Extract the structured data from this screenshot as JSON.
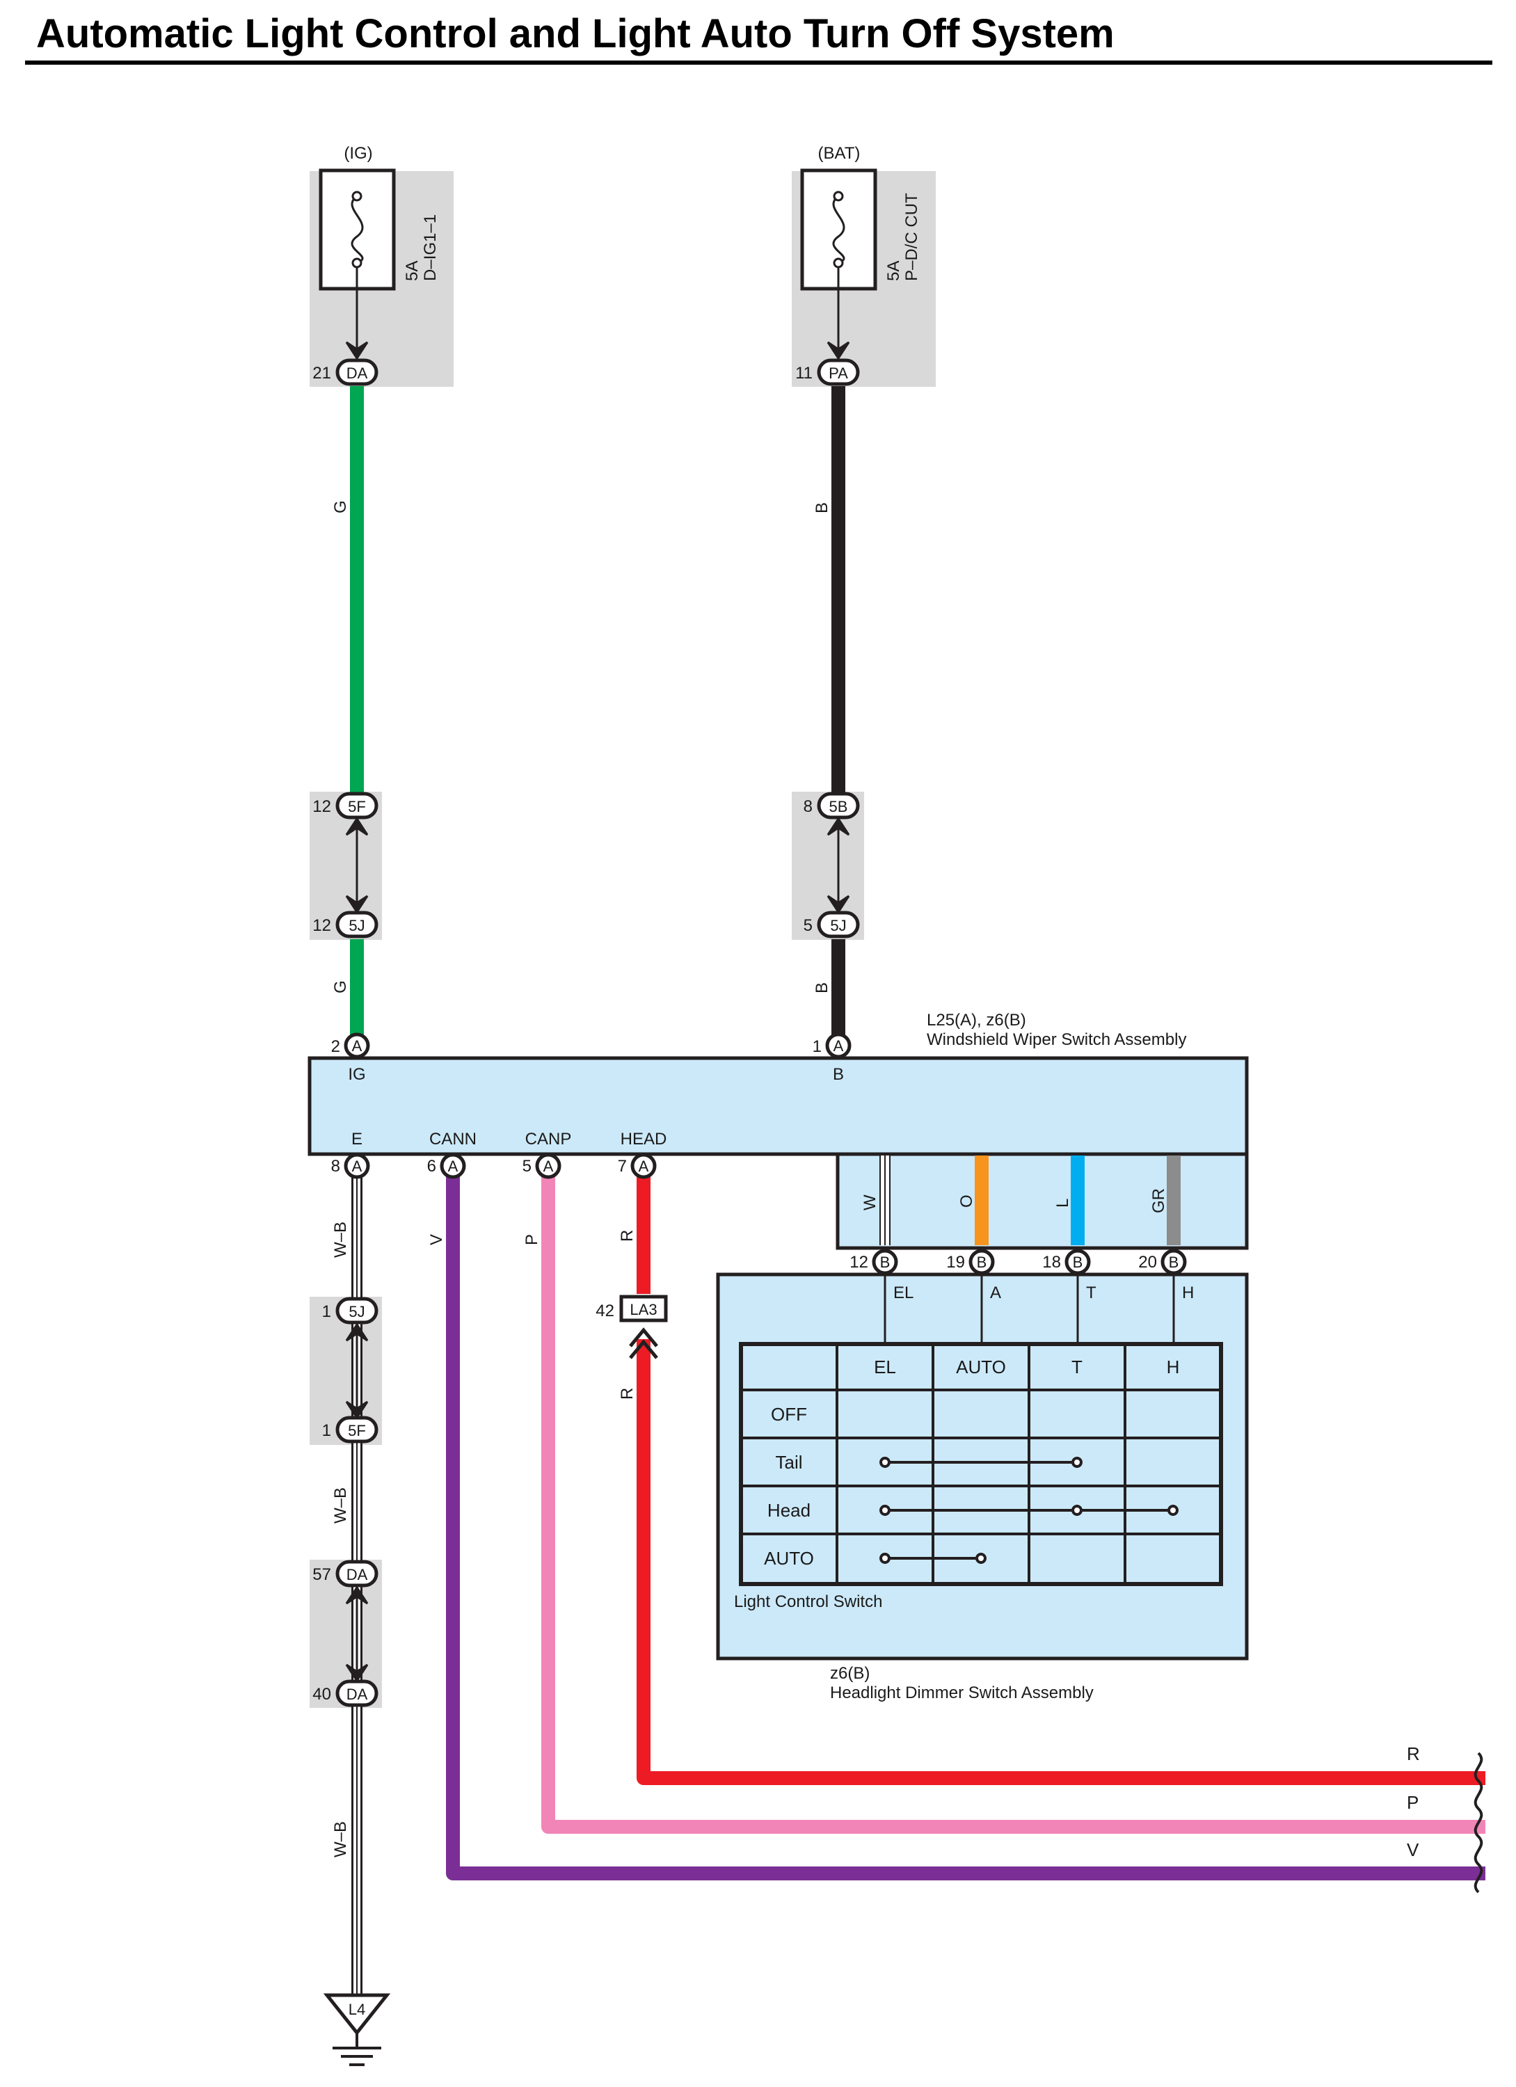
{
  "title": "Automatic Light Control and Light Auto Turn Off System",
  "colors": {
    "green": "#00a651",
    "black": "#231f20",
    "red": "#ed1c24",
    "pink": "#f285b8",
    "purple": "#7b2f96",
    "orange": "#f7941d",
    "blue": "#00aeef",
    "gray": "#8c8c8c",
    "component_fill": "#cce9f9",
    "shade": "#d9d9d9"
  },
  "power_sources": {
    "ig": {
      "label": "(IG)",
      "fuse_rating": "5A",
      "fuse_name": "D–IG1–1"
    },
    "bat": {
      "label": "(BAT)",
      "fuse_rating": "5A",
      "fuse_name": "P–D/C CUT"
    }
  },
  "connectors": {
    "c21da": {
      "pin": "21",
      "code": "DA"
    },
    "c11pa": {
      "pin": "11",
      "code": "PA"
    },
    "c12_5f": {
      "pin": "12",
      "code": "5F"
    },
    "c12_5j": {
      "pin": "12",
      "code": "5J"
    },
    "c8_5b": {
      "pin": "8",
      "code": "5B"
    },
    "c5_5j": {
      "pin": "5",
      "code": "5J"
    },
    "c2a": {
      "pin": "2",
      "code": "A"
    },
    "c1a": {
      "pin": "1",
      "code": "A"
    },
    "c8a": {
      "pin": "8",
      "code": "A"
    },
    "c6a": {
      "pin": "6",
      "code": "A"
    },
    "c5a": {
      "pin": "5",
      "code": "A"
    },
    "c7a": {
      "pin": "7",
      "code": "A"
    },
    "c12b": {
      "pin": "12",
      "code": "B"
    },
    "c19b": {
      "pin": "19",
      "code": "B"
    },
    "c18b": {
      "pin": "18",
      "code": "B"
    },
    "c20b": {
      "pin": "20",
      "code": "B"
    },
    "c1_5j": {
      "pin": "1",
      "code": "5J"
    },
    "c1_5f": {
      "pin": "1",
      "code": "5F"
    },
    "c57da": {
      "pin": "57",
      "code": "DA"
    },
    "c40da": {
      "pin": "40",
      "code": "DA"
    },
    "c42la3": {
      "pin": "42",
      "code": "LA3"
    }
  },
  "wires": {
    "g": "G",
    "b": "B",
    "wb": "W–B",
    "v": "V",
    "p": "P",
    "r": "R",
    "w": "W",
    "o": "O",
    "l": "L",
    "gr": "GR"
  },
  "wiper_switch": {
    "ref": "L25(A), z6(B)",
    "name": "Windshield Wiper Switch Assembly",
    "terminals": {
      "ig": "IG",
      "b": "B",
      "e": "E",
      "cann": "CANN",
      "canp": "CANP",
      "head": "HEAD"
    }
  },
  "dimmer_switch": {
    "ref": "z6(B)",
    "name": "Headlight Dimmer Switch Assembly",
    "terminals": {
      "el": "EL",
      "a": "A",
      "t": "T",
      "h": "H"
    },
    "table_caption": "Light Control Switch",
    "columns": [
      "EL",
      "AUTO",
      "T",
      "H"
    ],
    "rows": [
      "OFF",
      "Tail",
      "Head",
      "AUTO"
    ]
  },
  "outputs": {
    "r": "R",
    "p": "P",
    "v": "V"
  },
  "ground": {
    "label": "L4"
  }
}
